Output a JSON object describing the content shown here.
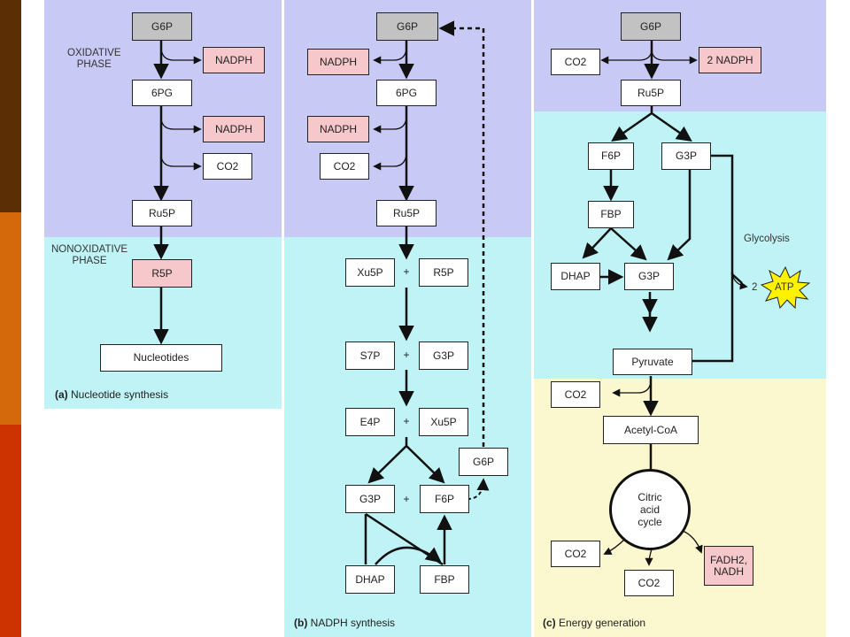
{
  "colors": {
    "strip_brown": "#5c2e06",
    "strip_orange": "#d4690b",
    "strip_red": "#cc3300",
    "oxidative_bg": "#c8c9f5",
    "nonoxidative_bg": "#bff3f5",
    "energy_bg": "#fbf7cf",
    "box_gray": "#c2c2c2",
    "box_pink": "#f7c8cb",
    "atp_star": "#fff200"
  },
  "panel_a": {
    "label_oxidative": "OXIDATIVE\nPHASE",
    "label_nonoxidative": "NONOXIDATIVE\nPHASE",
    "caption_letter": "(a)",
    "caption_text": "Nucleotide synthesis",
    "boxes": {
      "g6p": "G6P",
      "nadph1": "NADPH",
      "pg6": "6PG",
      "nadph2": "NADPH",
      "co2": "CO2",
      "ru5p": "Ru5P",
      "r5p": "R5P",
      "nucleotides": "Nucleotides"
    }
  },
  "panel_b": {
    "caption_letter": "(b)",
    "caption_text": "NADPH synthesis",
    "plus": "+",
    "boxes": {
      "g6p": "G6P",
      "nadph1": "NADPH",
      "pg6": "6PG",
      "nadph2": "NADPH",
      "co2": "CO2",
      "ru5p": "Ru5P",
      "xu5p1": "Xu5P",
      "r5p": "R5P",
      "s7p": "S7P",
      "g3p1": "G3P",
      "e4p": "E4P",
      "xu5p2": "Xu5P",
      "g6p2": "G6P",
      "g3p2": "G3P",
      "f6p": "F6P",
      "dhap": "DHAP",
      "fbp": "FBP"
    }
  },
  "panel_c": {
    "caption_letter": "(c)",
    "caption_text": "Energy generation",
    "glycolysis_label": "Glycolysis",
    "atp_count": "2",
    "atp_label": "ATP",
    "boxes": {
      "g6p": "G6P",
      "co2_1": "CO2",
      "nadph2": "2 NADPH",
      "ru5p": "Ru5P",
      "f6p": "F6P",
      "g3p1": "G3P",
      "fbp": "FBP",
      "dhap": "DHAP",
      "g3p2": "G3P",
      "pyruvate": "Pyruvate",
      "co2_2": "CO2",
      "acetylcoa": "Acetyl-CoA",
      "co2_3": "CO2",
      "co2_4": "CO2",
      "fadh2_nadh": "FADH2,\nNADH"
    },
    "citric_cycle": "Citric\nacid\ncycle"
  }
}
